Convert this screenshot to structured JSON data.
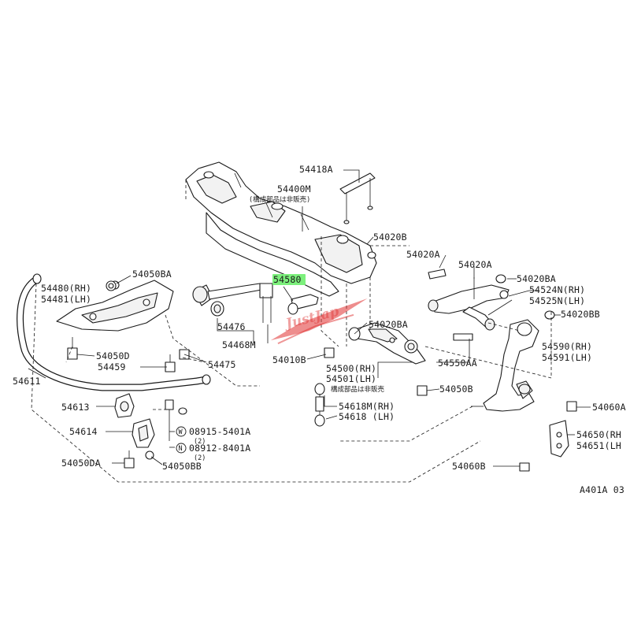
{
  "labels": {
    "p54418A": "54418A",
    "p54400M": "54400M",
    "note1": "(構成部品は非販売)",
    "p54020B": "54020B",
    "p54020A_1": "54020A",
    "p54020A_2": "54020A",
    "p54580": "54580",
    "p54050BA": "54050BA",
    "p54480": "54480(RH)",
    "p54481": "54481(LH)",
    "p54020BA_1": "54020BA",
    "p54524N": "54524N(RH)",
    "p54525N": "54525N(LH)",
    "p54020BB": "54020BB",
    "p54476": "54476",
    "p54468M": "54468M",
    "p54020BA_2": "54020BA",
    "p54050D": "54050D",
    "p54459": "54459",
    "p54475": "54475",
    "p54010B": "54010B",
    "p54550AA": "54550AA",
    "p54590": "54590(RH)",
    "p54591": "54591(LH)",
    "p54611": "54611",
    "p54500": "54500(RH)",
    "p54501": "54501(LH)",
    "note2": "構成部品は非販売",
    "p54050B": "54050B",
    "p54613": "54613",
    "p54618M": "54618M(RH)",
    "p54618": "54618 (LH)",
    "p54060A": "54060A",
    "p54614": "54614",
    "p08915": "08915-5401A",
    "qty1": "(2)",
    "p08912": "08912-8401A",
    "qty2": "(2)",
    "p54650": "54650(RH",
    "p54651": "54651(LH",
    "p54050DA": "54050DA",
    "p54050BB": "54050BB",
    "p54060B": "54060B",
    "figcode": "A401A 03",
    "badge_w": "W",
    "badge_n": "N"
  },
  "watermark": "JustJap",
  "colors": {
    "highlight": "#7cf07c",
    "watermark": "#e03030",
    "ink": "#1a1a1a"
  }
}
